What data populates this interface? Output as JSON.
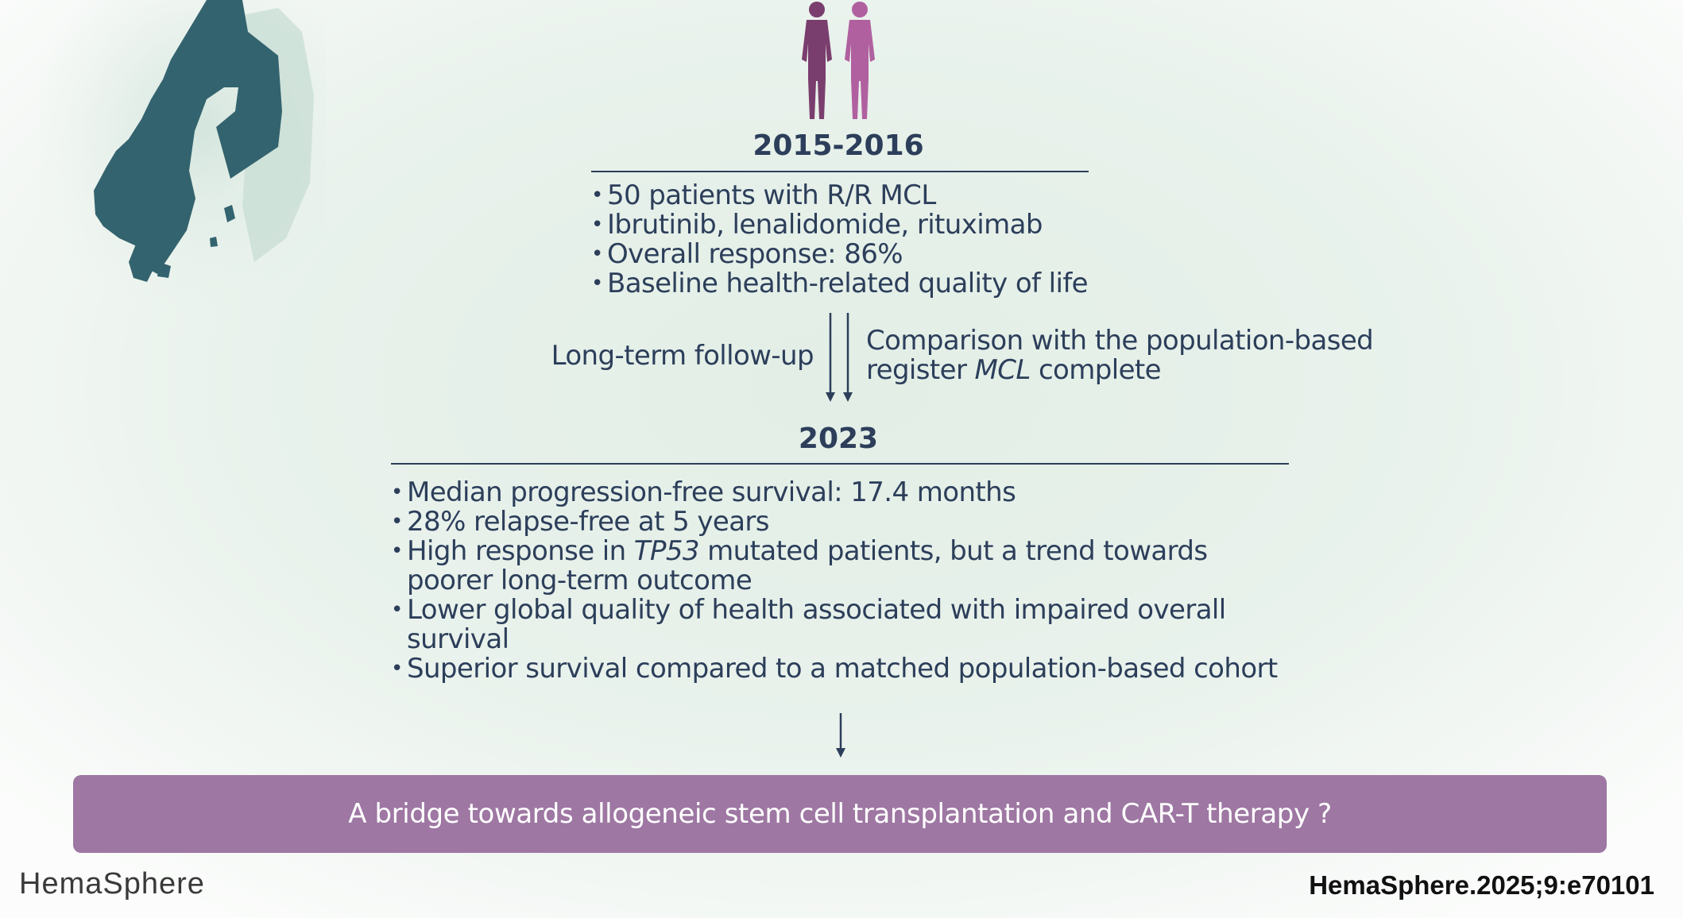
{
  "top_section": {
    "year": "2015-2016",
    "bullets": [
      "50 patients with R/R MCL",
      "Ibrutinib, lenalidomide, rituximab",
      "Overall response: 86%",
      "Baseline health-related quality of life"
    ]
  },
  "transition": {
    "left_label": "Long-term follow-up",
    "right_label_line1": "Comparison with the population-based",
    "right_label_line2_prefix": "register ",
    "right_label_line2_italic": "MCL",
    "right_label_line2_suffix": " complete"
  },
  "bottom_section": {
    "year": "2023",
    "bullet1": "Median progression-free survival: 17.4 months",
    "bullet2": "28% relapse-free at 5 years",
    "bullet3_prefix": "High response in ",
    "bullet3_italic": "TP53",
    "bullet3_suffix": " mutated patients, but a trend towards",
    "bullet3_line2": "poorer long-term outcome",
    "bullet4_line1": "Lower global quality of health associated with impaired overall",
    "bullet4_line2": "survival",
    "bullet5": "Superior survival compared to a matched population-based cohort"
  },
  "conclusion": "A bridge towards allogeneic stem cell transplantation and CAR-T therapy ?",
  "footer": {
    "journal_logo": "HemaSphere",
    "citation": "HemaSphere.2025;9:e70101"
  },
  "colors": {
    "text": "#2c3e5a",
    "map": "#33636e",
    "figure_dark": "#7a3e6e",
    "figure_light": "#b0609f",
    "conclusion_box": "#9e77a3"
  },
  "icons": {
    "map": "nordic-map-icon",
    "people": "people-icon"
  }
}
